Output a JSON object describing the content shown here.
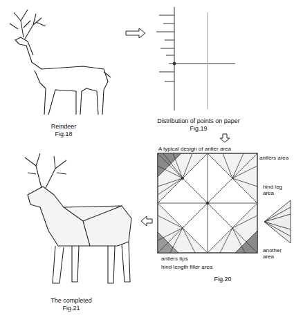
{
  "diagram": {
    "nodes": [
      {
        "text": [
          "Reindeer",
          "Fig.18"
        ]
      },
      {
        "text": [
          "Distribution of points on paper",
          "Fig.19"
        ]
      },
      {
        "text": [
          "Fig.20"
        ]
      },
      {
        "text": [
          "The completed",
          "Fig.21"
        ]
      }
    ],
    "edges": [
      {
        "from": 0,
        "to": 1,
        "arrow": "to"
      },
      {
        "from": 1,
        "to": 2,
        "arrow": "to"
      },
      {
        "from": 2,
        "to": 3,
        "arrow": "to"
      }
    ],
    "labels": [
      "A typical design of antler area",
      "antlers area",
      "hind leg area",
      "another area",
      "antlers tips",
      "hind length filler area"
    ]
  }
}
